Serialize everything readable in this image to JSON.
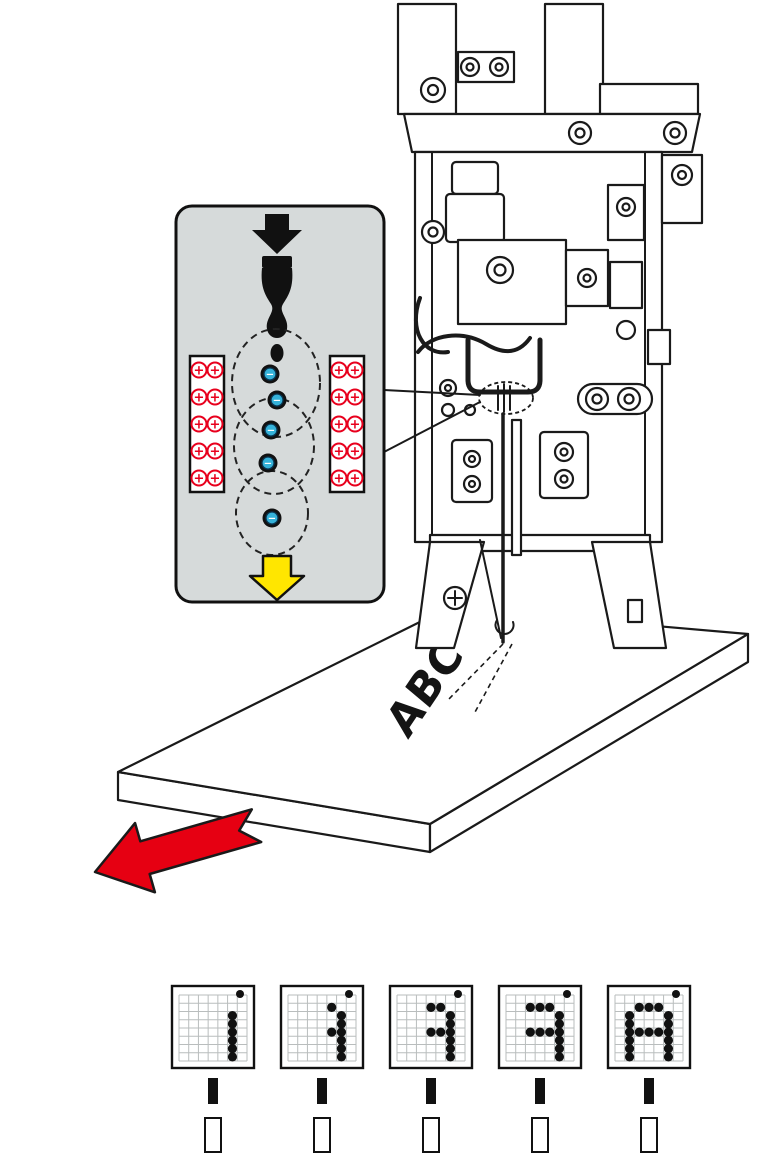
{
  "substrate": {
    "label": "ABC"
  },
  "inset": {
    "plus_symbol": "+",
    "minus_symbol": "−",
    "plate_count": 2,
    "plus_per_plate": 10,
    "droplet_count": 5
  },
  "colors": {
    "positive_red": "#e8001d",
    "droplet_badge_blue": "#35b2d9",
    "motion_arrow_red": "#e60012",
    "direction_arrow_yellow": "#ffe600",
    "inset_background": "#d6dada",
    "substrate_top_gray": "#8e8e8e",
    "substrate_front_gray": "#b2b2b2",
    "substrate_side_gray": "#9c9c9c",
    "line_black": "#1a1a1a"
  },
  "dot_matrix": {
    "glyph": "A",
    "grid_cols": 7,
    "grid_rows": 8,
    "stages": [
      {
        "label": "stage-1",
        "dots": [
          [
            6,
            3
          ],
          [
            6,
            4
          ],
          [
            6,
            5
          ],
          [
            6,
            6
          ],
          [
            6,
            7
          ],
          [
            6,
            8
          ]
        ]
      },
      {
        "label": "stage-2",
        "dots": [
          [
            5,
            2
          ],
          [
            5,
            5
          ],
          [
            6,
            3
          ],
          [
            6,
            4
          ],
          [
            6,
            5
          ],
          [
            6,
            6
          ],
          [
            6,
            7
          ],
          [
            6,
            8
          ]
        ]
      },
      {
        "label": "stage-3",
        "dots": [
          [
            4,
            2
          ],
          [
            4,
            5
          ],
          [
            5,
            2
          ],
          [
            5,
            5
          ],
          [
            6,
            3
          ],
          [
            6,
            4
          ],
          [
            6,
            5
          ],
          [
            6,
            6
          ],
          [
            6,
            7
          ],
          [
            6,
            8
          ]
        ]
      },
      {
        "label": "stage-4",
        "dots": [
          [
            3,
            2
          ],
          [
            3,
            5
          ],
          [
            4,
            2
          ],
          [
            4,
            5
          ],
          [
            5,
            2
          ],
          [
            5,
            5
          ],
          [
            6,
            3
          ],
          [
            6,
            4
          ],
          [
            6,
            5
          ],
          [
            6,
            6
          ],
          [
            6,
            7
          ],
          [
            6,
            8
          ]
        ]
      },
      {
        "label": "stage-5",
        "dots": [
          [
            2,
            3
          ],
          [
            2,
            4
          ],
          [
            2,
            5
          ],
          [
            2,
            6
          ],
          [
            2,
            7
          ],
          [
            2,
            8
          ],
          [
            3,
            2
          ],
          [
            3,
            5
          ],
          [
            4,
            2
          ],
          [
            4,
            5
          ],
          [
            5,
            2
          ],
          [
            5,
            5
          ],
          [
            6,
            3
          ],
          [
            6,
            4
          ],
          [
            6,
            5
          ],
          [
            6,
            6
          ],
          [
            6,
            7
          ],
          [
            6,
            8
          ]
        ]
      }
    ]
  }
}
